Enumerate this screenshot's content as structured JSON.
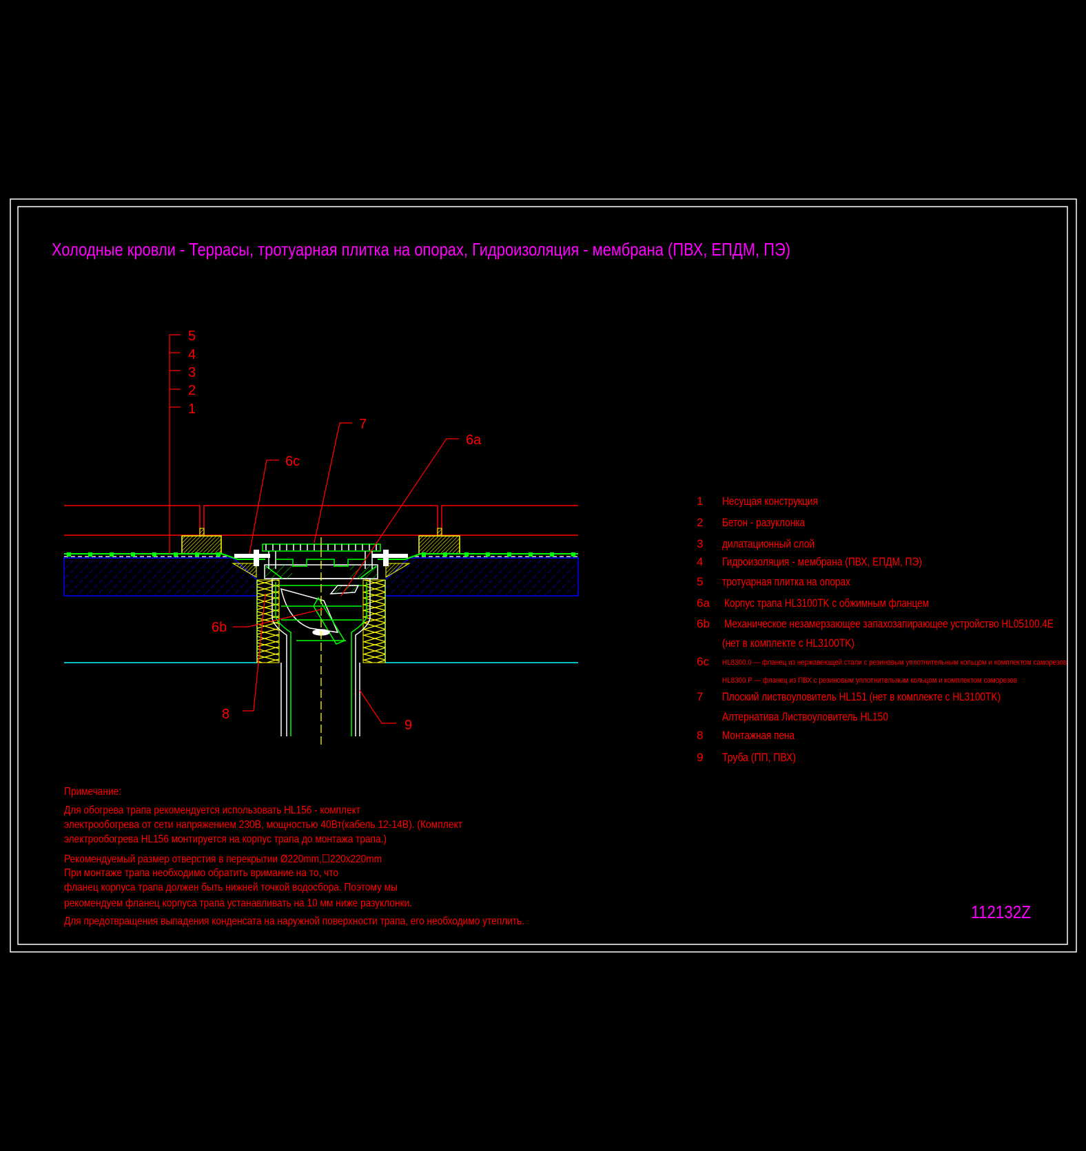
{
  "title": "Холодные кровли - Террасы, тротуарная плитка на опорах, Гидроизоляция - мембрана (ПВХ, ЕПДМ, ПЭ)",
  "drawing_id": "112132Z",
  "callouts": {
    "c5": "5",
    "c4": "4",
    "c3": "3",
    "c2": "2",
    "c1": "1",
    "c7": "7",
    "c6a": "6a",
    "c6c": "6c",
    "c6b": "6b",
    "c8": "8",
    "c9": "9"
  },
  "legend": [
    {
      "num": "1",
      "text": "Несущая конструкция"
    },
    {
      "num": "2",
      "text": "Бетон - разуклонка"
    },
    {
      "num": "3",
      "text": "дилатационный слой"
    },
    {
      "num": "4",
      "text": "Гидроизоляция - мембрана (ПВХ, ЕПДМ, ПЭ)"
    },
    {
      "num": "5",
      "text": "тротуарная плитка на опорах"
    },
    {
      "num": "6a",
      "text": "Корпус трапа HL3100TK с обжимным фланцем"
    },
    {
      "num": "6b",
      "text": "Механическое незамерзающее запахозапирающее устройство HL05100.4E",
      "text2": "(нет в комплекте с HL3100TK)"
    },
    {
      "num": "6c",
      "text": "HL8300.0 — фланец из нержавеющей стали с резиновым уплотнительным кольцом и комплектом саморезов",
      "text2": "HL8300.P — фланец из ПВХ с резиновым уплотнительным кольцом и комплектом саморезов"
    },
    {
      "num": "7",
      "text": "Плоский листвоуловитель HL151 (нет в комплекте с HL3100TK)",
      "text2": "Алтернатива Листвоуловитель HL150"
    },
    {
      "num": "8",
      "text": "Монтажная пена"
    },
    {
      "num": "9",
      "text": "Труба (ПП, ПВХ)"
    }
  ],
  "notes": {
    "heading": "Примечание:",
    "lines": [
      "Для обогрева трапа рекомендуется использовать HL156 - комплект",
      "электрообогрева от сети напряжением 230В, мощностью 40Вт(кабель 12-14В). (Комплект",
      "электрообогрева HL156 монтируется на корпус трапа до монтажа трапа.)",
      "Рекомендуемый размер отверстия в перекрытии Ø220mm,☐220x220mm",
      " При монтаже трапа необходимо обратить вримание на то, что",
      "фланец корпуса трапа должен быть нижней точкой водосбора. Поэтому мы",
      "рекомендуем фланец корпуса трапа устанавливать на 10 мм ниже разуклонки.",
      "Для предотвращения выпадения конденсата на наружной поверхности трапа, его необходимо утеплить."
    ]
  },
  "colors": {
    "background": "#000000",
    "text": "#ff0000",
    "title": "#ff00ff",
    "frame": "#ffffff",
    "membrane": "#00ff00",
    "concrete": "#0000ff",
    "insulation": "#ffff00",
    "base": "#00ffff"
  }
}
